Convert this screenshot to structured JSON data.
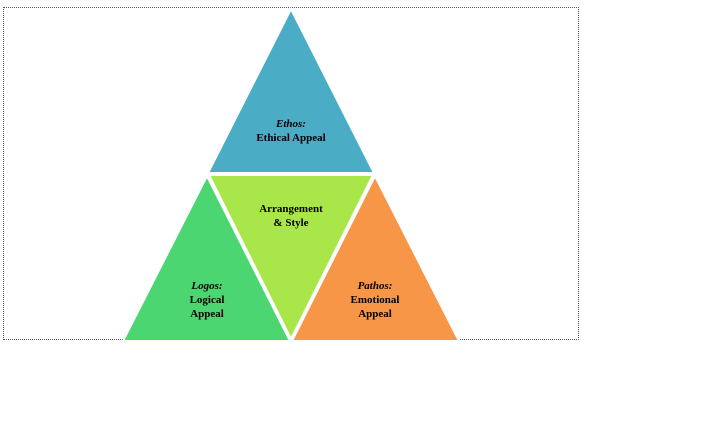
{
  "diagram": {
    "ethos": {
      "term": "Ethos:",
      "desc": "Ethical Appeal",
      "color": "#4BACC6"
    },
    "center": {
      "line1": "Arrangement",
      "line2": "& Style",
      "color": "#A9E64A"
    },
    "logos": {
      "term": "Logos:",
      "line1": "Logical",
      "line2": "Appeal",
      "color": "#4BD671"
    },
    "pathos": {
      "term": "Pathos:",
      "line1": "Emotional",
      "line2": "Appeal",
      "color": "#F79646"
    }
  }
}
